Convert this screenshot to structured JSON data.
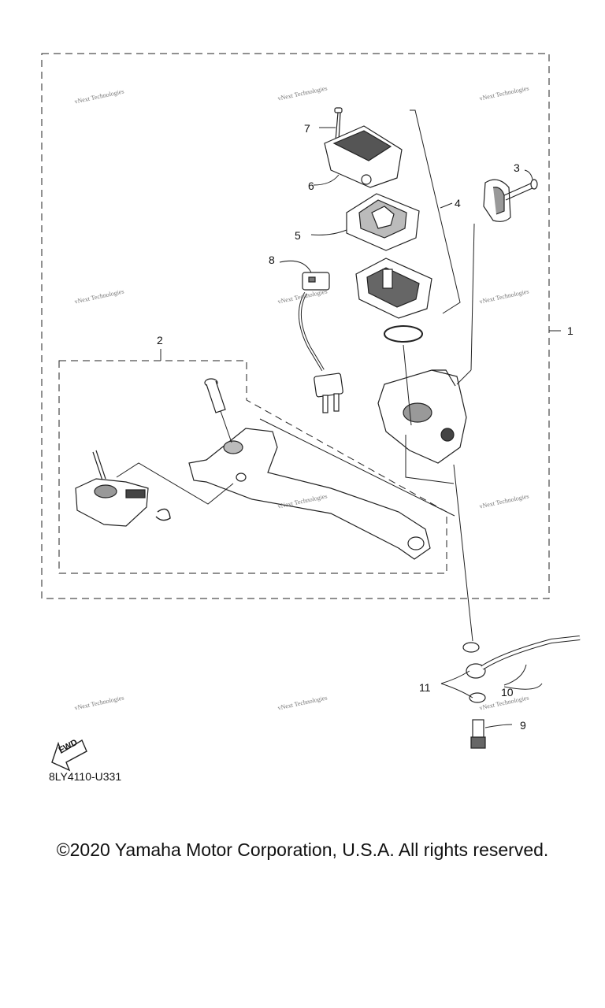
{
  "callouts": {
    "c1": "1",
    "c2": "2",
    "c3": "3",
    "c4": "4",
    "c5": "5",
    "c6": "6",
    "c7": "7",
    "c8": "8",
    "c9": "9",
    "c10": "10",
    "c11": "11"
  },
  "watermark": "vNext Technologies",
  "fwd_label": "FWD",
  "diagram_code": "8LY4110-U331",
  "copyright": "©2020 Yamaha Motor Corporation, U.S.A. All rights reserved."
}
